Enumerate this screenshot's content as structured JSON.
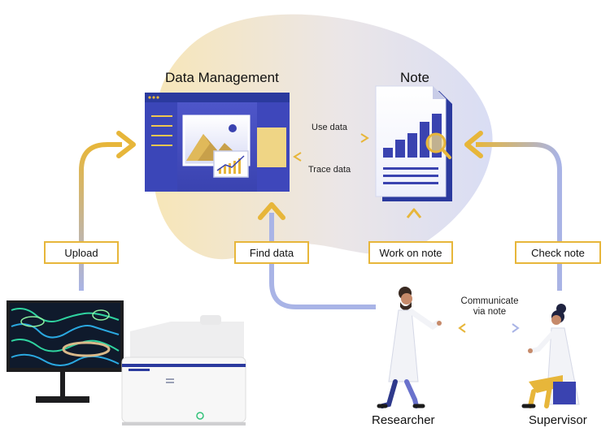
{
  "titles": {
    "data_management": "Data Management",
    "note": "Note"
  },
  "arrows": {
    "use_data": "Use data",
    "trace_data": "Trace data",
    "communicate": "Communicate\nvia note"
  },
  "steps": [
    {
      "label": "Upload"
    },
    {
      "label": "Find data"
    },
    {
      "label": "Work on note"
    },
    {
      "label": "Check note"
    }
  ],
  "roles": {
    "researcher": "Researcher",
    "supervisor": "Supervisor"
  },
  "colors": {
    "accent_yellow": "#e7b63a",
    "accent_blue": "#a9b4e6",
    "brand_navy": "#2b3a9e",
    "panel_blue": "#4b54c4"
  }
}
